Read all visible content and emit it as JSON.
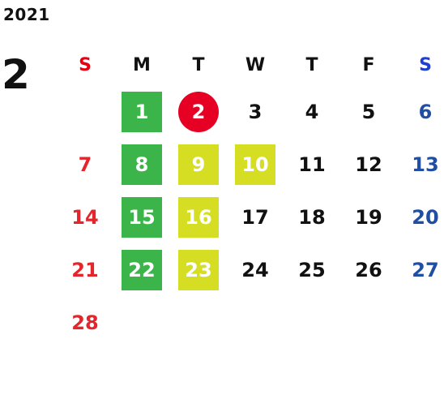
{
  "year": "2021",
  "month": "2",
  "weekdays": [
    "S",
    "M",
    "T",
    "W",
    "T",
    "F",
    "S"
  ],
  "days": [
    "1",
    "2",
    "3",
    "4",
    "5",
    "6",
    "7",
    "8",
    "9",
    "10",
    "11",
    "12",
    "13",
    "14",
    "15",
    "16",
    "17",
    "18",
    "19",
    "20",
    "21",
    "22",
    "23",
    "24",
    "25",
    "26",
    "27",
    "28"
  ],
  "colors": {
    "sunday": "#e2262c",
    "saturday": "#1f4ea3",
    "green_highlight": "#3bb54a",
    "lime_highlight": "#d6de23",
    "today_circle": "#e60023"
  }
}
